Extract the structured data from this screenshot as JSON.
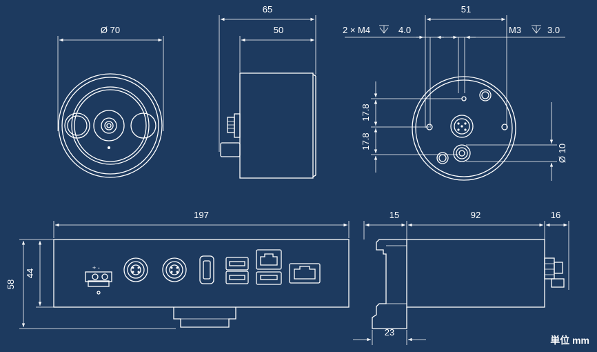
{
  "dimensions": {
    "front_diameter": "Ø 70",
    "side_total_depth": "65",
    "side_body_depth": "50",
    "rear_width": "51",
    "rear_hole_spec_left": "2 × M4",
    "rear_hole_depth_left": "4.0",
    "rear_hole_spec_right": "M3",
    "rear_hole_depth_right": "3.0",
    "rear_spacing_upper": "17.8",
    "rear_spacing_lower": "17.8",
    "rear_port_diameter": "Ø 10",
    "box_length": "197",
    "box_height_body": "44",
    "box_height_total": "58",
    "box_side_depth_left": "15",
    "box_side_depth_body": "92",
    "box_side_depth_right": "16",
    "box_bracket_width": "23"
  },
  "unit_label": "単位 mm",
  "colors": {
    "background": "#1d3a5f",
    "line": "#ffffff"
  },
  "icons": [
    "depth-symbol-icon",
    "m12-connector-icon",
    "usb-port-icon",
    "ethernet-port-icon",
    "hdmi-port-icon",
    "power-terminal-icon"
  ]
}
